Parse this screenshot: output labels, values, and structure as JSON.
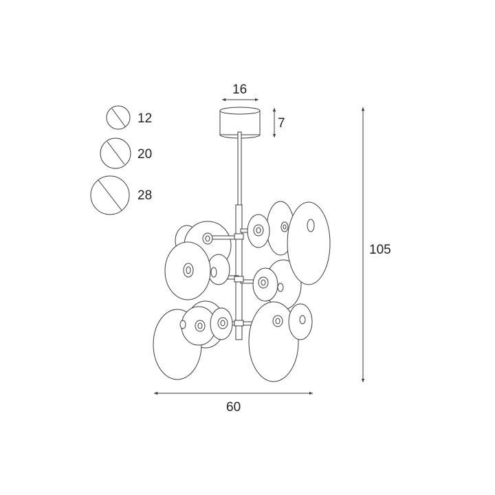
{
  "legend": {
    "diameters": [
      "12",
      "20",
      "28"
    ]
  },
  "dimensions": {
    "canopy_width": "16",
    "canopy_height": "7",
    "total_height": "105",
    "total_width": "60"
  },
  "colors": {
    "line": "#3a3a3a",
    "text": "#222222",
    "background": "#ffffff"
  }
}
